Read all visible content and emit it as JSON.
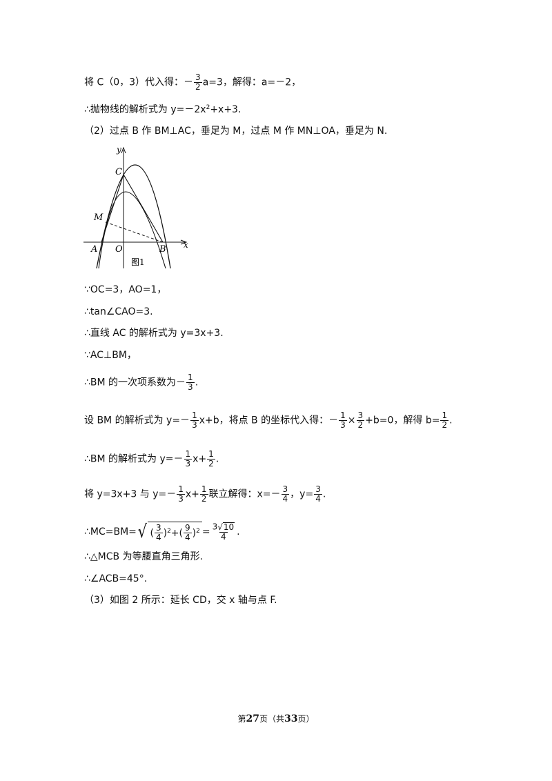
{
  "lines": {
    "l1": {
      "a": "将 C（0，3）代入得：－",
      "f1n": "3",
      "f1d": "2",
      "b": "a=3，解得：a=－2，"
    },
    "l2": {
      "a": "∴抛物线的解析式为 y=－2x",
      "sup": "2",
      "b": "+x+3."
    },
    "l3": "（2）过点 B 作 BM⊥AC，垂足为 M，过点 M 作 MN⊥OA，垂足为 N.",
    "l4": "∵OC=3，AO=1，",
    "l5": "∴tan∠CAO=3.",
    "l6": "∴直线 AC 的解析式为 y=3x+3.",
    "l7": "∵AC⊥BM，",
    "l8": {
      "a": "∴BM 的一次项系数为－",
      "fn": "1",
      "fd": "3",
      "b": "."
    },
    "l9": {
      "a": "设 BM 的解析式为 y=－",
      "f1n": "1",
      "f1d": "3",
      "b": "x+b，将点 B 的坐标代入得：－",
      "f2n": "1",
      "f2d": "3",
      "c": "×",
      "f3n": "3",
      "f3d": "2",
      "d": "+b=0，解得 b=",
      "f4n": "1",
      "f4d": "2",
      "e": "."
    },
    "l10": {
      "a": "∴BM 的解析式为 y=－",
      "f1n": "1",
      "f1d": "3",
      "b": "x+",
      "f2n": "1",
      "f2d": "2",
      "c": "."
    },
    "l11": {
      "a": "将 y=3x+3 与 y=－",
      "f1n": "1",
      "f1d": "3",
      "b": "x+",
      "f2n": "1",
      "f2d": "2",
      "c": "联立解得：x=－",
      "f3n": "3",
      "f3d": "4",
      "d": "，y=",
      "f4n": "3",
      "f4d": "4",
      "e": "."
    },
    "l12": {
      "a": "∴MC=BM=",
      "p1": "(",
      "f1n": "3",
      "f1d": "4",
      "p2": ")",
      "s1": "2",
      "plus": "+(",
      "f2n": "9",
      "f2d": "4",
      "p3": ")",
      "s2": "2",
      "eq": "=",
      "f3n_a": "3",
      "f3n_b": "10",
      "f3d": "4",
      "b": "."
    },
    "l13": "∴△MCB 为等腰直角三角形.",
    "l14": "∴∠ACB=45°.",
    "l15": "（3）如图 2 所示：延长 CD，交 x 轴与点 F."
  },
  "figure": {
    "labels": {
      "y": "y",
      "x": "x",
      "C": "C",
      "M": "M",
      "A": "A",
      "O": "O",
      "B": "B",
      "caption": "图1"
    }
  },
  "footer": {
    "a": "第",
    "page": "27",
    "b": "页（共",
    "total": "33",
    "c": "页）"
  }
}
